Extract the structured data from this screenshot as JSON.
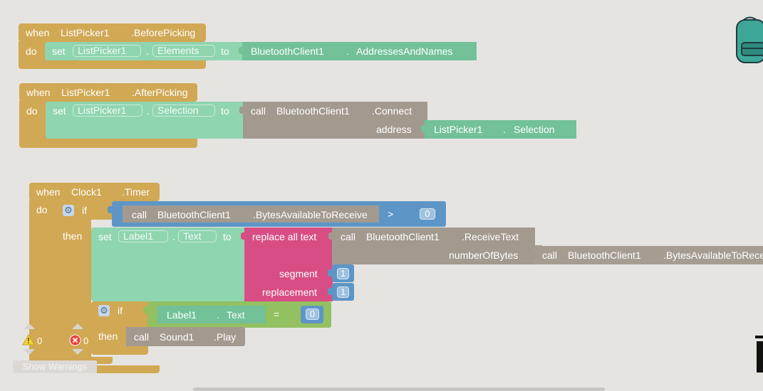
{
  "kw": {
    "when": "when",
    "do": "do",
    "set": "set",
    "to": "to",
    "call": "call",
    "if": "if",
    "then": "then",
    "dot": "."
  },
  "colors": {
    "event": "#d1a854",
    "set": "#8fd5af",
    "component": "#72c198",
    "call": "#a39a8f",
    "text": "#d84e84",
    "math": "#5d96c6",
    "logic": "#93c060",
    "workspace": "#e6e4e1"
  },
  "block1": {
    "component": "ListPicker1",
    "event": ".BeforePicking",
    "set_component": "ListPicker1",
    "set_property": "Elements",
    "value_component": "BluetoothClient1",
    "value_property": "AddressesAndNames"
  },
  "block2": {
    "component": "ListPicker1",
    "event": ".AfterPicking",
    "set_component": "ListPicker1",
    "set_property": "Selection",
    "call_component": "BluetoothClient1",
    "call_method": ".Connect",
    "arg_label": "address",
    "arg_component": "ListPicker1",
    "arg_property": "Selection"
  },
  "block3": {
    "component": "Clock1",
    "event": ".Timer",
    "if1": {
      "call_component": "BluetoothClient1",
      "call_method": ".BytesAvailableToReceive",
      "operator": ">",
      "value": "0"
    },
    "set": {
      "component": "Label1",
      "property": "Text"
    },
    "replace": {
      "label": "replace all text",
      "call_component": "BluetoothClient1",
      "call_method": ".ReceiveText",
      "arg_label": "numberOfBytes",
      "arg_call_component": "BluetoothClient1",
      "arg_call_method": ".BytesAvailableToReceive",
      "segment_label": "segment",
      "segment_value": "1",
      "replacement_label": "replacement",
      "replacement_value": "1"
    },
    "if2": {
      "component": "Label1",
      "property": "Text",
      "operator": "=",
      "value": "0"
    },
    "sound": {
      "component": "Sound1",
      "method": ".Play"
    }
  },
  "warnings": {
    "warning_count": "0",
    "error_count": "0",
    "show_label": "Show Warnings"
  },
  "icons": {
    "backpack": "backpack-icon",
    "trash": "trash-icon",
    "warning": "warning-icon",
    "error": "error-icon",
    "mutator": "gear-icon"
  }
}
